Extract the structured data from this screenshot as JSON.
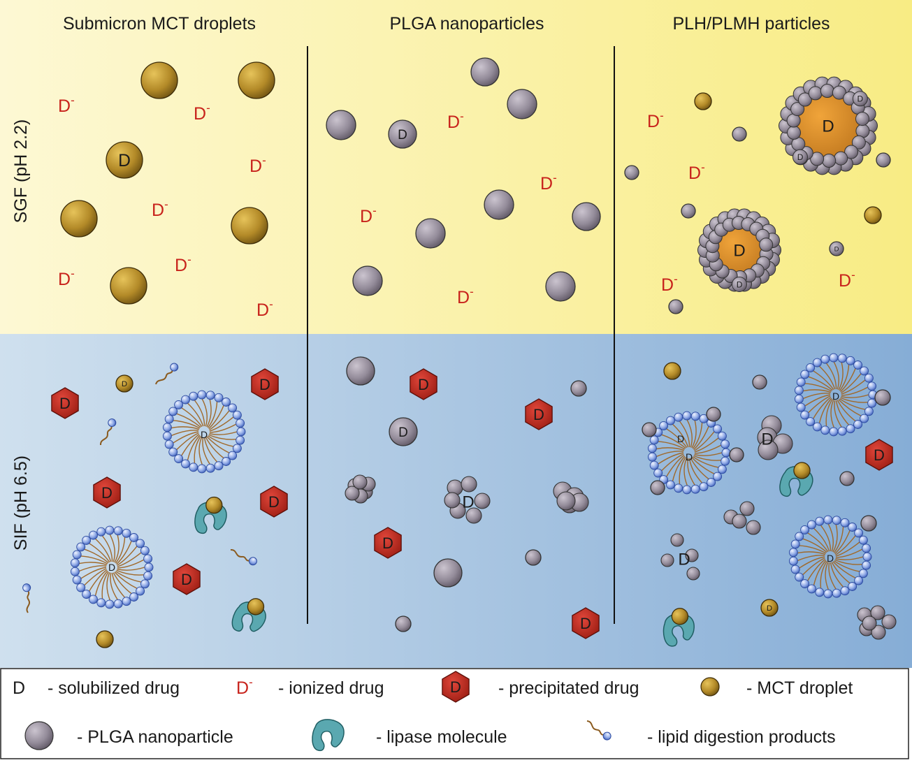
{
  "columns": [
    "Submicron MCT droplets",
    "PLGA nanoparticles",
    "PLH/PLMH particles"
  ],
  "rows": [
    "SGF (pH 2.2)",
    "SIF (pH 6.5)"
  ],
  "drug_symbol": "D",
  "ionized_superscript": "-",
  "legend": {
    "solubilized": "- solubilized drug",
    "ionized": "- ionized drug",
    "precipitated": "- precipitated drug",
    "mct": "- MCT droplet",
    "plga": "- PLGA nanoparticle",
    "lipase": "- lipase molecule",
    "digestion": "- lipid digestion products"
  },
  "colors": {
    "sgf_background": "#f9ef8e",
    "sif_background": "#8fb4d8",
    "mct_droplet": "#b38a28",
    "plga_particle": "#938b99",
    "precipitated_drug": "#c0271b",
    "lipase": "#5aa8b0",
    "micelle_bead": "#6b8fd6",
    "ionized_text": "#c8231c"
  },
  "icons": [
    "mct-droplet-icon",
    "plga-nanoparticle-icon",
    "precipitated-drug-icon",
    "lipase-icon",
    "lipid-digestion-product-icon",
    "micelle-icon"
  ]
}
